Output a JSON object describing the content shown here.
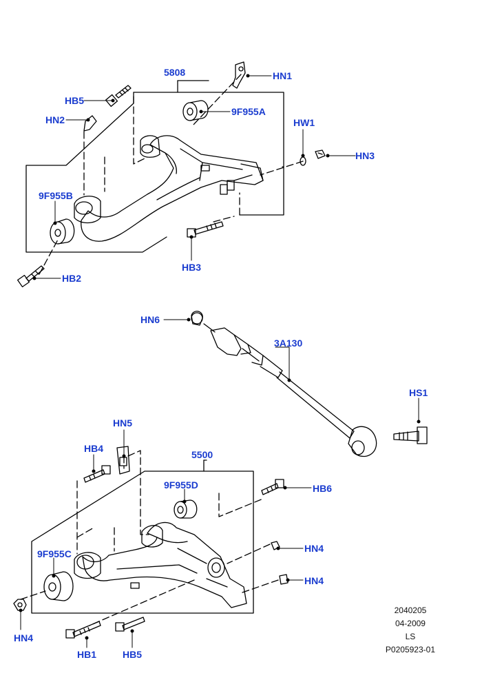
{
  "callouts": {
    "upper_arm": "5808",
    "hn1": "HN1",
    "hb5_top": "HB5",
    "hn2": "HN2",
    "bushing_a": "9F955A",
    "hw1": "HW1",
    "hn3": "HN3",
    "bushing_b": "9F955B",
    "hb3": "HB3",
    "hb2": "HB2",
    "hn6": "HN6",
    "link": "3A130",
    "hs1": "HS1",
    "hn5": "HN5",
    "hb4": "HB4",
    "lower_arm": "5500",
    "bushing_d": "9F955D",
    "hb6": "HB6",
    "bushing_c": "9F955C",
    "hn4_right_upper": "HN4",
    "hn4_right_lower": "HN4",
    "hn4_left": "HN4",
    "hb1": "HB1",
    "hb5_bottom": "HB5"
  },
  "meta": {
    "code": "2040205",
    "date": "04-2009",
    "initials": "LS",
    "ref": "P0205923-01"
  },
  "colors": {
    "callout": "#1a3ccf",
    "line": "#000000"
  }
}
